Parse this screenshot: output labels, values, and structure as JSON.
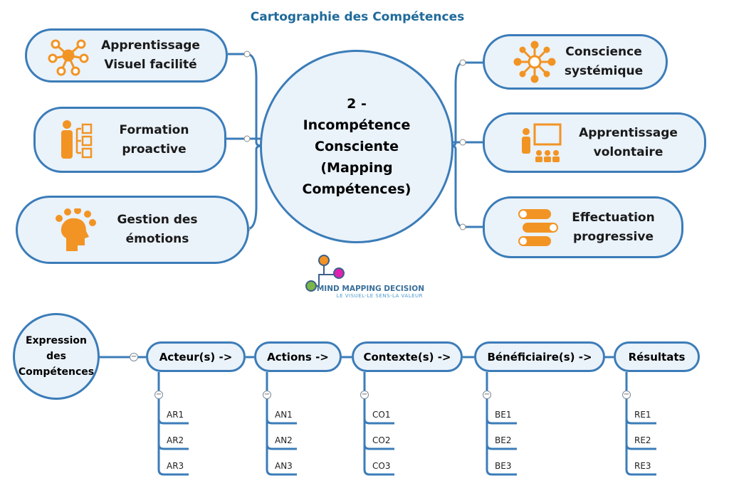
{
  "title": "Cartographie des Compétences",
  "center": "2 - Incompétence Consciente (Mapping Compétences)",
  "left_nodes": [
    {
      "label": "Apprentissage Visuel facilité",
      "icon": "network-icon"
    },
    {
      "label": "Formation proactive",
      "icon": "person-checklist-icon"
    },
    {
      "label": "Gestion des émotions",
      "icon": "head-emotions-icon"
    }
  ],
  "right_nodes": [
    {
      "label": "Conscience systémique",
      "icon": "system-icon"
    },
    {
      "label": "Apprentissage volontaire",
      "icon": "teacher-board-icon"
    },
    {
      "label": "Effectuation progressive",
      "icon": "numbered-steps-icon"
    }
  ],
  "logo": {
    "name": "MIND MAPPING DECISION",
    "tagline": "LE VISUEL-LE SENS-LA VALEUR"
  },
  "expression": {
    "label": "Expression des Compétences",
    "categories": [
      {
        "label": "Acteur(s) ->",
        "items": [
          "AR1",
          "AR2",
          "AR3"
        ]
      },
      {
        "label": "Actions ->",
        "items": [
          "AN1",
          "AN2",
          "AN3"
        ]
      },
      {
        "label": "Contexte(s) ->",
        "items": [
          "CO1",
          "CO2",
          "CO3"
        ]
      },
      {
        "label": "Bénéficiaire(s) ->",
        "items": [
          "BE1",
          "BE2",
          "BE3"
        ]
      },
      {
        "label": "Résultats",
        "items": [
          "RE1",
          "RE2",
          "RE3"
        ]
      }
    ]
  },
  "colors": {
    "stroke": "#3b7cb8",
    "fill": "#eaf2fa",
    "icon": "#f29424",
    "title": "#1f6a9a"
  }
}
